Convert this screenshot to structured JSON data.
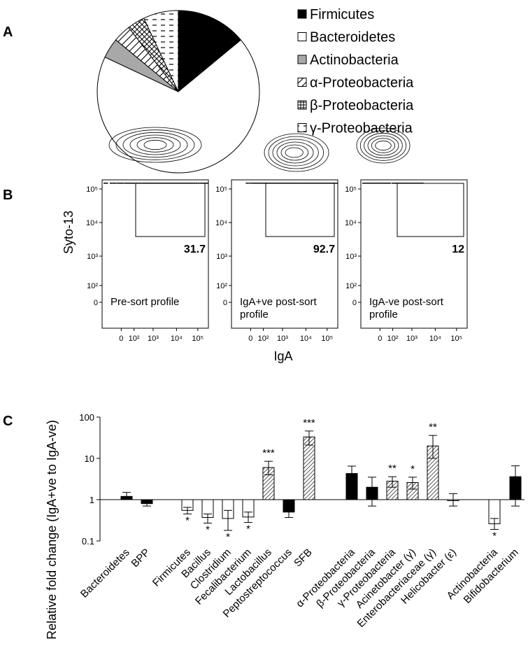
{
  "panel_labels": {
    "a": "A",
    "b": "B",
    "c": "C"
  },
  "colors": {
    "solid": "#000000",
    "gray": "#a8a8a8",
    "outline": "#000000",
    "background": "#ffffff"
  },
  "chart_data": [
    {
      "type": "pie",
      "panel": "A",
      "legend_position": "right",
      "slices": [
        {
          "name": "Firmicutes",
          "fraction": 0.14,
          "fill": "black"
        },
        {
          "name": "Bacteroidetes",
          "fraction": 0.68,
          "fill": "white"
        },
        {
          "name": "Actinobacteria",
          "fraction": 0.04,
          "fill": "gray"
        },
        {
          "name": "α-Proteobacteria",
          "fraction": 0.035,
          "fill": "diagonal"
        },
        {
          "name": "β-Proteobacteria",
          "fraction": 0.035,
          "fill": "crosshatch"
        },
        {
          "name": "γ-Proteobacteria",
          "fraction": 0.07,
          "fill": "dashed"
        }
      ]
    },
    {
      "type": "contour",
      "panel": "B",
      "ylabel": "Syto-13",
      "xlabel": "IgA",
      "x_ticks": [
        "0",
        "10²",
        "10³",
        "10⁴",
        "10⁵"
      ],
      "y_ticks": [
        "10⁵",
        "10⁴",
        "10³",
        "10²",
        "0"
      ],
      "plots": [
        {
          "name": "Pre-sort profile",
          "gate_percent": "31.7"
        },
        {
          "name": "IgA+ve post-sort profile",
          "gate_percent": "92.7"
        },
        {
          "name": "IgA-ve post-sort profile",
          "gate_percent": "12"
        }
      ]
    },
    {
      "type": "bar",
      "panel": "C",
      "ylabel": "Relative fold change (IgA+ve  to IgA-ve)",
      "y_scale": "log",
      "ylim": [
        0.1,
        100
      ],
      "y_ticks": [
        "100",
        "10",
        "1",
        "0.1"
      ],
      "baseline": 1,
      "bars": [
        {
          "category": "Bacteroidetes",
          "value": 1.2,
          "err_low": 0.1,
          "err_high": 0.3,
          "fill": "black",
          "sig": ""
        },
        {
          "category": "BPP",
          "value": 0.8,
          "err_low": 0.1,
          "err_high": 0.1,
          "fill": "black",
          "sig": ""
        },
        {
          "category": "Firmicutes",
          "value": 0.55,
          "err_low": 0.1,
          "err_high": 0.1,
          "fill": "white",
          "sig": "*"
        },
        {
          "category": "Bacillus",
          "value": 0.37,
          "err_low": 0.1,
          "err_high": 0.08,
          "fill": "white",
          "sig": "*"
        },
        {
          "category": "Clostridium",
          "value": 0.35,
          "err_low": 0.17,
          "err_high": 0.2,
          "fill": "white",
          "sig": "*"
        },
        {
          "category": "Fecalibacterium",
          "value": 0.38,
          "err_low": 0.1,
          "err_high": 0.12,
          "fill": "white",
          "sig": "*"
        },
        {
          "category": "Lactobacillus",
          "value": 6,
          "err_low": 2,
          "err_high": 2.5,
          "fill": "hatch",
          "sig": "***"
        },
        {
          "category": "Peptostreptococcus",
          "value": 0.5,
          "err_low": 0.13,
          "err_high": 0.2,
          "fill": "black",
          "sig": ""
        },
        {
          "category": "SFB",
          "value": 33,
          "err_low": 12,
          "err_high": 13,
          "fill": "hatch",
          "sig": "***"
        },
        {
          "category": "α-Proteobacteria",
          "value": 4.3,
          "err_low": 1.5,
          "err_high": 2.2,
          "fill": "black",
          "sig": ""
        },
        {
          "category": "β-Proteobacteria",
          "value": 2,
          "err_low": 1.3,
          "err_high": 1.5,
          "fill": "black",
          "sig": ""
        },
        {
          "category": "γ-Proteobacteria",
          "value": 2.8,
          "err_low": 0.8,
          "err_high": 0.8,
          "fill": "hatch",
          "sig": "**"
        },
        {
          "category": "Acinetobacter (γ)",
          "value": 2.6,
          "err_low": 0.8,
          "err_high": 0.9,
          "fill": "hatch",
          "sig": "*"
        },
        {
          "category": "Enterobacteriaceae (γ)",
          "value": 20,
          "err_low": 10,
          "err_high": 16,
          "fill": "hatch",
          "sig": "**"
        },
        {
          "category": "Helicobacter (ε)",
          "value": 1,
          "err_low": 0.3,
          "err_high": 0.4,
          "fill": "white",
          "sig": ""
        },
        {
          "category": "Actinobacteria",
          "value": 0.26,
          "err_low": 0.07,
          "err_high": 0.09,
          "fill": "white",
          "sig": "*"
        },
        {
          "category": "Bifidobacterium",
          "value": 3.6,
          "err_low": 2.9,
          "err_high": 3,
          "fill": "black",
          "sig": ""
        }
      ]
    }
  ]
}
